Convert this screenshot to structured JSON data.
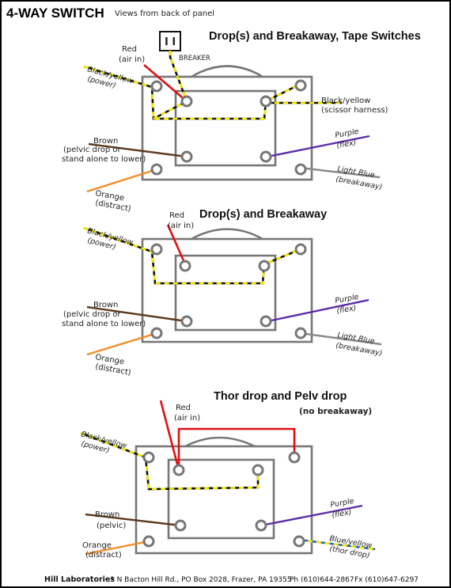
{
  "title": "4-WAY SWITCH",
  "subtitle": "Views from back of panel",
  "diagram1": {
    "heading": "Drop(s) and Breakaway, Tape Switches",
    "breaker": "BREAKER",
    "breaker_symbol": "I I",
    "red_line1": "Red",
    "red_line2": "(air in)",
    "by_power_1": "Black/yellow",
    "by_power_2": "(power)",
    "by_scissor_1": "Black/yellow",
    "by_scissor_2": "(scissor harness)",
    "brown": "Brown",
    "brown_sub1": "(pelvic drop or",
    "brown_sub2": "stand alone to lower)",
    "orange": "Orange",
    "orange_sub": "(distract)",
    "purple": "Purple",
    "purple_sub": "(flex)",
    "lightblue": "Light Blue",
    "lightblue_sub": "(breakaway)"
  },
  "diagram2": {
    "heading": "Drop(s) and Breakaway",
    "red_line1": "Red",
    "red_line2": "(air in)",
    "by_power_1": "Black/yellow",
    "by_power_2": "(power)",
    "brown": "Brown",
    "brown_sub1": "(pelvic drop or",
    "brown_sub2": "stand alone to lower)",
    "orange": "Orange",
    "orange_sub": "(distract)",
    "purple": "Purple",
    "purple_sub": "(flex)",
    "lightblue": "Light Blue",
    "lightblue_sub": "(breakaway)"
  },
  "diagram3": {
    "heading": "Thor drop and Pelv drop",
    "subheading": "(no breakaway)",
    "red_line1": "Red",
    "red_line2": "(air in)",
    "by_power_1": "Black/yellow",
    "by_power_2": "(power)",
    "brown": "Brown",
    "brown_sub": "(pelvic)",
    "orange": "Orange",
    "orange_sub": "(distract)",
    "purple": "Purple",
    "purple_sub": "(flex)",
    "blueyellow_1": "Blue/yellow",
    "blueyellow_2": "(thor drop)"
  },
  "footer": {
    "company": "Hill Laboratories",
    "address": "3 N Bacton Hill Rd., PO Box 2028, Frazer, PA 19355",
    "phone": "Ph (610)644-2867",
    "fax": "Fx (610)647-6297"
  },
  "colors": {
    "red": "#e01010",
    "brown": "#5c3a1e",
    "orange": "#f28c28",
    "purple": "#5a2ca8",
    "lightblue": "#8a8a8a",
    "yellow": "#f4ea00",
    "blue": "#1f5fd0",
    "panel": "#777777"
  }
}
